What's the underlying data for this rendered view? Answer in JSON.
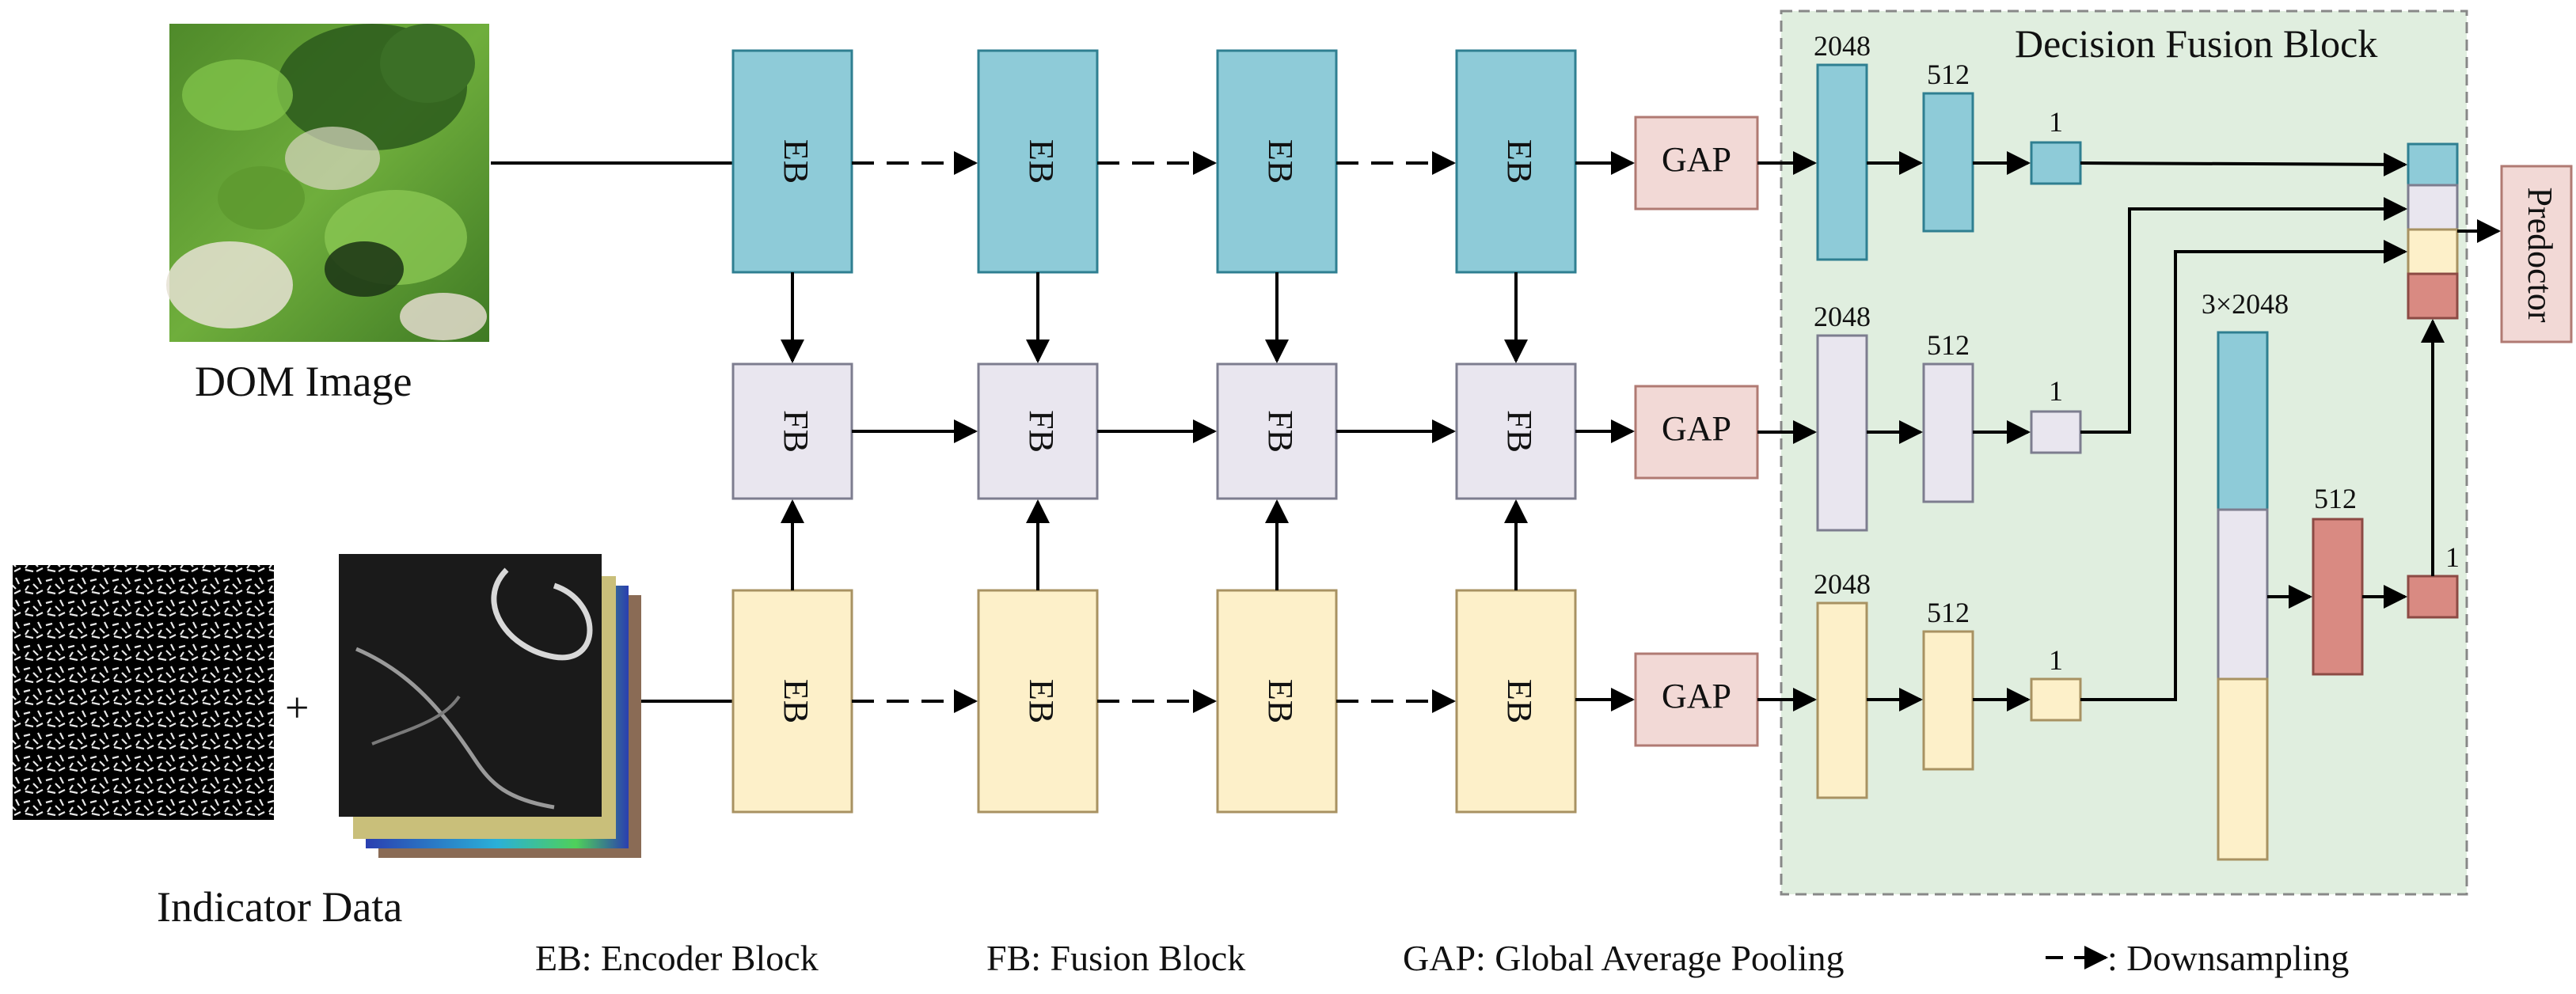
{
  "colors": {
    "blue": "#8ecbd8",
    "blue_border": "#2f7f91",
    "lavender": "#e9e6ef",
    "lavender_border": "#7d7d8f",
    "cream": "#fdf0c9",
    "cream_border": "#a89262",
    "pink": "#f2d9d6",
    "pink_border": "#b07a73",
    "red": "#d98a82",
    "red_border": "#8c4a44",
    "fusion_bg": "#e0eedf",
    "fusion_border": "#888888"
  },
  "inputs": {
    "dom_caption": "DOM Image",
    "indicator_caption": "Indicator Data",
    "plus": "+"
  },
  "encoder_rows": {
    "top": [
      "EB",
      "EB",
      "EB",
      "EB"
    ],
    "middle": [
      "FB",
      "FB",
      "FB",
      "FB"
    ],
    "bottom": [
      "EB",
      "EB",
      "EB",
      "EB"
    ]
  },
  "gap_label": "GAP",
  "fusion": {
    "title": "Decision Fusion Block",
    "dims": {
      "d2048": "2048",
      "d512": "512",
      "d1": "1",
      "concat": "3×2048"
    }
  },
  "predictor_label": "Predoctor",
  "legend": {
    "eb": "EB: Encoder Block",
    "fb": "FB: Fusion Block",
    "gap": "GAP: Global Average Pooling",
    "down": ": Downsampling"
  }
}
